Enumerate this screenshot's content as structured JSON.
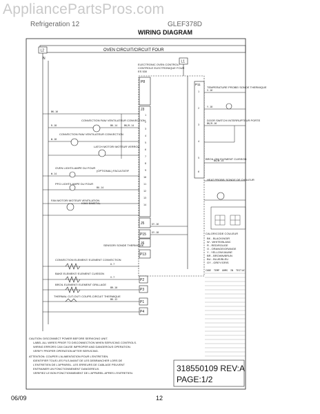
{
  "watermark": "AppliancePartsPros.com",
  "header": {
    "doc_left": "Refrigeration 12",
    "model": "GLEF378D",
    "title": "WIRING DIAGRAM"
  },
  "footer": {
    "date": "06/09",
    "page": "12"
  },
  "diagram": {
    "box_title": "OVEN CIRCUIT/CIRCUIT FOUR",
    "terminals": {
      "l2": "L2",
      "l1": "L1",
      "n": "N"
    },
    "control": {
      "label1": "ELECTRONIC OVEN CONTROL/",
      "label2": "CONTROLE ELECTRONIQUE FOUR",
      "label3": "ES 530"
    },
    "plugs": [
      "P8",
      "J3",
      "P11",
      "J5",
      "P15",
      "J6",
      "P13",
      "P2",
      "P3",
      "P1",
      "P4"
    ],
    "components": [
      "CONVECTION FAN/ VENTILATEUR CONVECTION",
      "CONVECTION FAN/ VENTILATEUR CONVECTION",
      "LATCH MOTOR/ MOTEUR VERROU",
      "OVEN LIGHT/LAMPE DU FOUR",
      "(OPTIONAL) FACULTATIF",
      "PFG LIGHT/LAMPE DU FOUR",
      "FAN MOTOR/ MOTEUR VENTILATION",
      "KIWI/ BIMETAL",
      "TEMPERATURE PROBE/ SONDE THERMIQUE",
      "DOOR SWITCH/ INTERRUPTEUR PORTE",
      "BROIL ON/ ELEMENT CUISSON",
      "CONVECTION ELEMENT/ ELEMENT CONVECTION",
      "BAKE ELEMENT/ ELEMENT CUISSON",
      "BROIL ELEMENT/ ELEMENT GRILLAGE",
      "THERMAL CUT-OUT/ COUPE-CIRCUIT THERMIQUE",
      "SENSOR/ SONDE THERMIQUE",
      "HEAT PROBE/ SONDE DE CHALEUR"
    ],
    "wire_codes": [
      "BK-16",
      "BK-14",
      "BK/R-14",
      "R-18",
      "W-18",
      "W-14",
      "BU-14",
      "V-16",
      "Y-18",
      "O-7",
      "V-7",
      "BR-10",
      "BK-12",
      "GY-16",
      "GY-18",
      "BU/W-14",
      "BK/R-16"
    ],
    "color_key": {
      "title": "CALOR/CODE COULEUR",
      "entries": [
        "BK - BLACK/NOIR",
        "W - WHITE/BLANC",
        "R - RED/ROUGE",
        "O - ORANGE/ORANGE",
        "Y - YELLOW/JAUNE",
        "BR - BROWN/BRUN",
        "BU - BLUE/BLEU",
        "GY - GREY/GRIS"
      ]
    },
    "table_headers": [
      "CODE",
      "TEMP",
      "OHMS",
      "IN",
      "TEST",
      "AC"
    ],
    "table_rows": 20,
    "caution_text": [
      "CAUTION: DISCONNECT POWER BEFORE SERVICING UNIT.",
      "LABEL ALL WIRES PRIOR TO DISCONNECTION WHEN SERVICING CONTROLS.",
      "WIRING ERRORS CAN CAUSE IMPROPER AND DANGEROUS OPERATION.",
      "VERIFY PROPER OPERATION AFTER SERVICING.",
      "ATTENTION: COUPER L'ALIMENTATION POUR L'ENTRETIEN.",
      "IDENTIFIER TOUS LES FILS AVANT DE LES DEBRANCHER LORS DE",
      "L'ENTRETIEN DE L'APPAREIL. LES ERREURS DE CABLAGE PEUVENT",
      "ENTRAINER UN FONCTIONNEMENT DANGEREUX.",
      "VERIFIEZ LE BON FONCTIONNEMENT DE L'APPAREIL APRES L'ENTRETIEN."
    ],
    "part_number": "318550109 REV:A",
    "page_label": "PAGE:1/2"
  }
}
